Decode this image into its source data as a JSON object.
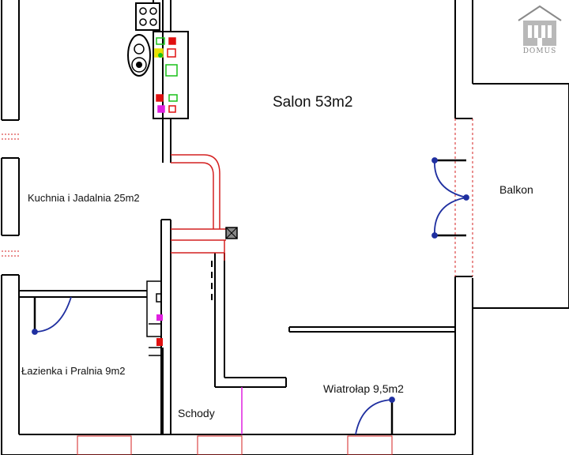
{
  "rooms": {
    "salon": "Salon 53m2",
    "kitchen": "Kuchnia i Jadalnia 25m2",
    "bathroom": "Łazienka i Pralnia 9m2",
    "balcony": "Balkon",
    "hall": "Wiatrołap 9,5m2",
    "stairs": "Schody"
  },
  "logo": {
    "text": "DOMUS",
    "icon": "house-logo-icon"
  },
  "colors": {
    "wall": "#000000",
    "heating_pipe": "#d42020",
    "door_arc": "#1f2fa0",
    "socket_red": "#e01010",
    "socket_green": "#18c018",
    "socket_yellow": "#e8e000",
    "socket_magenta": "#e020e0",
    "logo_gray": "#8a8a8a"
  }
}
